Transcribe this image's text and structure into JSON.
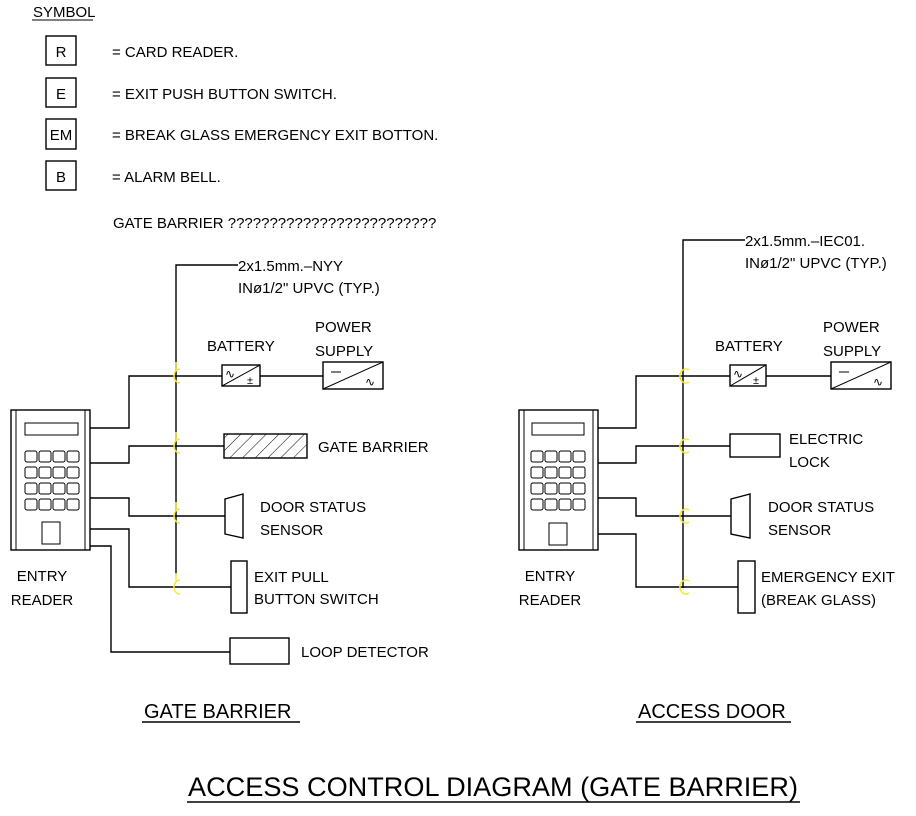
{
  "legend": {
    "heading": "SYMBOL",
    "items": [
      {
        "symbol": "R",
        "description": "= CARD READER."
      },
      {
        "symbol": "E",
        "description": "= EXIT PUSH BUTTON SWITCH."
      },
      {
        "symbol": "EM",
        "description": "= BREAK GLASS EMERGENCY EXIT BOTTON."
      },
      {
        "symbol": "B",
        "description": "= ALARM BELL."
      }
    ],
    "note": "GATE BARRIER ?????????????????????????"
  },
  "gate_barrier": {
    "title": "GATE BARRIER",
    "cable_line1": "2x1.5mm.–NYY",
    "cable_line2": "INø1/2\" UPVC (TYP.)",
    "reader_label_1": "ENTRY",
    "reader_label_2": "READER",
    "battery_label": "BATTERY",
    "power_supply_1": "POWER",
    "power_supply_2": "SUPPLY",
    "barrier_label": "GATE BARRIER",
    "sensor_1": "DOOR STATUS",
    "sensor_2": "SENSOR",
    "exit_1": "EXIT PULL",
    "exit_2": "BUTTON SWITCH",
    "loop_label": "LOOP DETECTOR"
  },
  "access_door": {
    "title": "ACCESS DOOR",
    "cable_line1": "2x1.5mm.–IEC01.",
    "cable_line2": "INø1/2\" UPVC (TYP.)",
    "reader_label_1": "ENTRY",
    "reader_label_2": "READER",
    "battery_label": "BATTERY",
    "power_supply_1": "POWER",
    "power_supply_2": "SUPPLY",
    "lock_1": "ELECTRIC",
    "lock_2": "LOCK",
    "sensor_1": "DOOR STATUS",
    "sensor_2": "SENSOR",
    "exit_1": "EMERGENCY EXIT",
    "exit_2": "(BREAK GLASS)"
  },
  "main_title": "ACCESS CONTROL DIAGRAM (GATE BARRIER)",
  "glyphs": {
    "battery_ac": "∿",
    "battery_dc": "±",
    "ps_dc": "–",
    "ps_ac": "∿"
  }
}
